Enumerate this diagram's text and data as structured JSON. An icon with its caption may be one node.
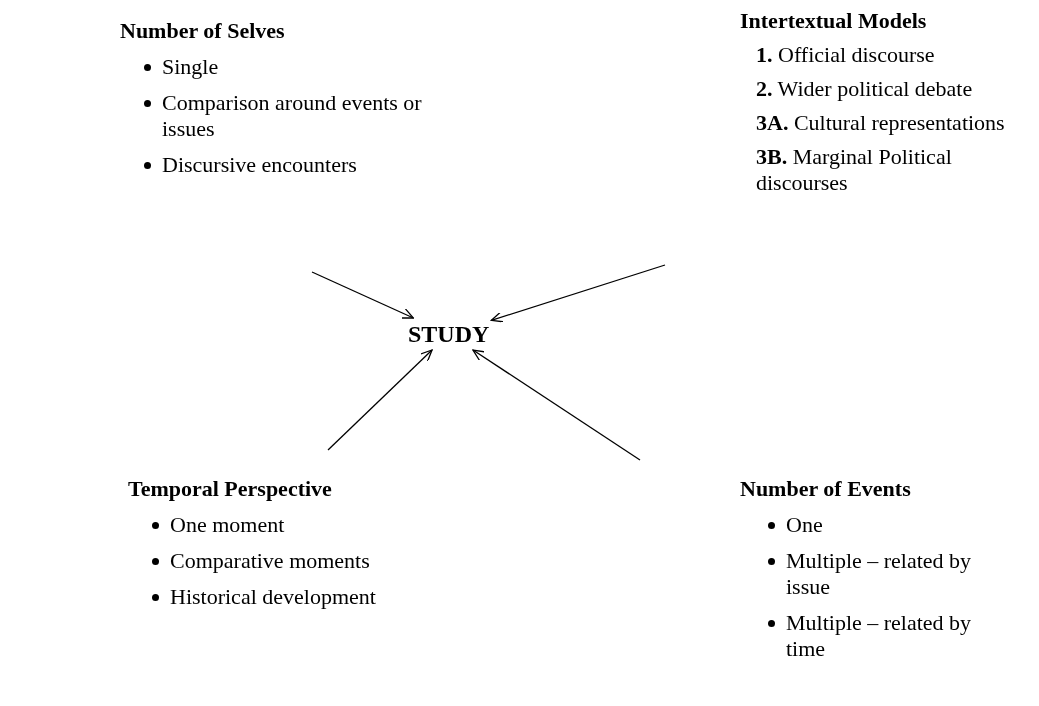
{
  "diagram": {
    "nodes": [
      {
        "text": [
          "Number of Selves",
          "Single",
          "Comparison around events or issues",
          "Discursive encounters"
        ]
      },
      {
        "text": [
          "Intertextual Models",
          "**1.** Official discourse",
          "**2.** Wider political debate",
          "**3A.** Cultural representations",
          "**3B.** Marginal Political discourses"
        ]
      },
      {
        "text": [
          "STUDY"
        ]
      },
      {
        "text": [
          "Temporal Perspective",
          "One moment",
          "Comparative moments",
          "Historical development"
        ]
      },
      {
        "text": [
          "Number of Events",
          "One",
          "Multiple – related by issue",
          "Multiple – related by time"
        ]
      }
    ],
    "edges": [
      {
        "from": null,
        "to": 2,
        "arrow": "to"
      },
      {
        "from": null,
        "to": 2,
        "arrow": "to"
      },
      {
        "from": null,
        "to": 2,
        "arrow": "to"
      },
      {
        "from": null,
        "to": 2,
        "arrow": "to"
      }
    ]
  }
}
